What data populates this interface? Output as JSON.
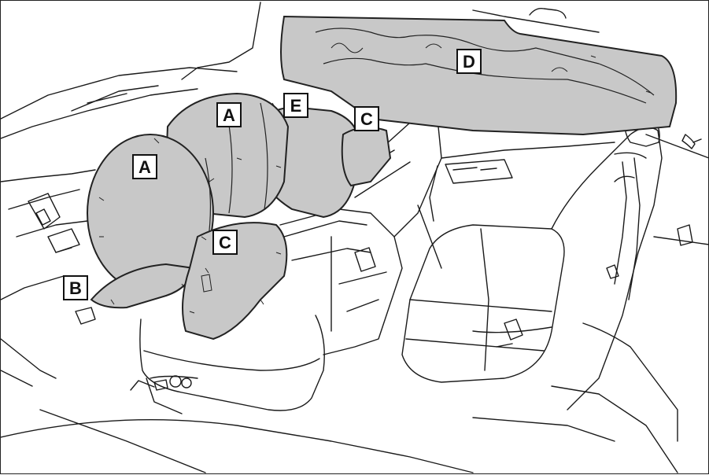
{
  "colors": {
    "airbag_fill": "#c8c8c8",
    "airbag_stroke": "#222222",
    "line": "#1a1a1a",
    "label_bg": "#ffffff",
    "label_border": "#111111"
  },
  "labels": {
    "a_front": "A",
    "a_rear": "A",
    "b": "B",
    "c_lower": "C",
    "c_upper": "C",
    "d": "D",
    "e": "E"
  }
}
